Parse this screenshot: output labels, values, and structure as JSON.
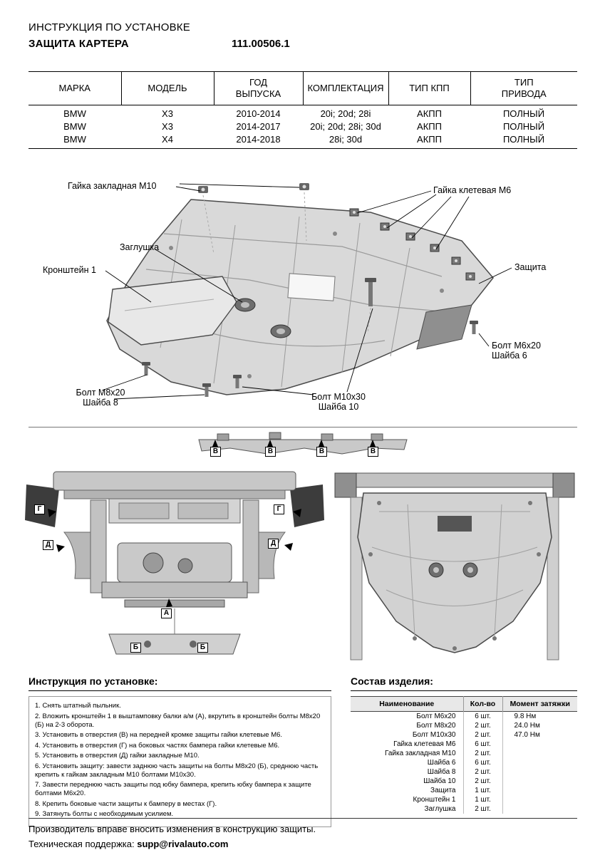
{
  "doc": {
    "title_line1": "ИНСТРУКЦИЯ ПО УСТАНОВКЕ",
    "title_line2": "ЗАЩИТА КАРТЕРА",
    "part_number": "111.00506.1"
  },
  "fitment_table": {
    "columns": [
      "МАРКА",
      "МОДЕЛЬ",
      "ГОД\nВЫПУСКА",
      "КОМПЛЕКТАЦИЯ",
      "ТИП КПП",
      "ТИП\nПРИВОДА"
    ],
    "rows": [
      [
        "BMW",
        "X3",
        "2010-2014",
        "20i; 20d; 28i",
        "АКПП",
        "ПОЛНЫЙ"
      ],
      [
        "BMW",
        "X3",
        "2014-2017",
        "20i; 20d; 28i; 30d",
        "АКПП",
        "ПОЛНЫЙ"
      ],
      [
        "BMW",
        "X4",
        "2014-2018",
        "28i; 30d",
        "АКПП",
        "ПОЛНЫЙ"
      ]
    ]
  },
  "exploded_view": {
    "labels": {
      "embed_nut": "Гайка закладная М10",
      "cage_nut": "Гайка клетевая М6",
      "plug": "Заглушка",
      "bracket": "Кронштейн 1",
      "shield": "Защита",
      "bolt_m6": "Болт М6х20",
      "washer_6": "Шайба 6",
      "bolt_m8": "Болт М8х20",
      "washer_8": "Шайба 8",
      "bolt_m10": "Болт М10х30",
      "washer_10": "Шайба 10"
    }
  },
  "location_markers": {
    "v": "В",
    "g": "Г",
    "d": "Д",
    "a": "А",
    "b": "Б"
  },
  "instructions": {
    "title": "Инструкция по установке:",
    "steps": [
      "1. Снять штатный пыльник.",
      "2. Вложить кронштейн 1 в выштамповку балки а/м (А), вкрутить в кронштейн болты М8х20 (Б) на 2-3 оборота.",
      "3. Установить в отверстия (В) на передней кромке защиты гайки клетевые М6.",
      "4. Установить в отверстия (Г) на боковых частях бампера гайки клетевые М6.",
      "5. Установить в отверстия (Д) гайки закладные М10.",
      "6. Установить защиту: завести заднюю часть защиты на болты М8х20 (Б), среднюю часть крепить к гайкам закладным М10 болтами М10х30.",
      "7. Завести переднюю часть защиты под юбку бампера, крепить юбку бампера к защите болтами М6х20.",
      "8. Крепить боковые части защиты к бамперу в местах (Г).",
      "9. Затянуть болты с необходимым усилием."
    ]
  },
  "composition": {
    "title": "Состав изделия:",
    "columns": [
      "Наименование",
      "Кол-во",
      "Момент затяжки"
    ],
    "rows": [
      [
        "Болт М6х20",
        "6 шт.",
        "9.8 Нм"
      ],
      [
        "Болт М8х20",
        "2 шт.",
        "24.0 Нм"
      ],
      [
        "Болт М10х30",
        "2 шт.",
        "47.0 Нм"
      ],
      [
        "Гайка клетевая М6",
        "6 шт.",
        ""
      ],
      [
        "Гайка закладная М10",
        "2 шт.",
        ""
      ],
      [
        "Шайба 6",
        "6 шт.",
        ""
      ],
      [
        "Шайба 8",
        "2 шт.",
        ""
      ],
      [
        "Шайба 10",
        "2 шт.",
        ""
      ],
      [
        "Защита",
        "1 шт.",
        ""
      ],
      [
        "Кронштейн 1",
        "1 шт.",
        ""
      ],
      [
        "Заглушка",
        "2 шт.",
        ""
      ]
    ]
  },
  "footer": {
    "line1": "Производитель вправе вносить изменения в конструкцию защиты.",
    "support_label": "Техническая поддержка:",
    "support_email": "supp@rivalauto.com"
  }
}
